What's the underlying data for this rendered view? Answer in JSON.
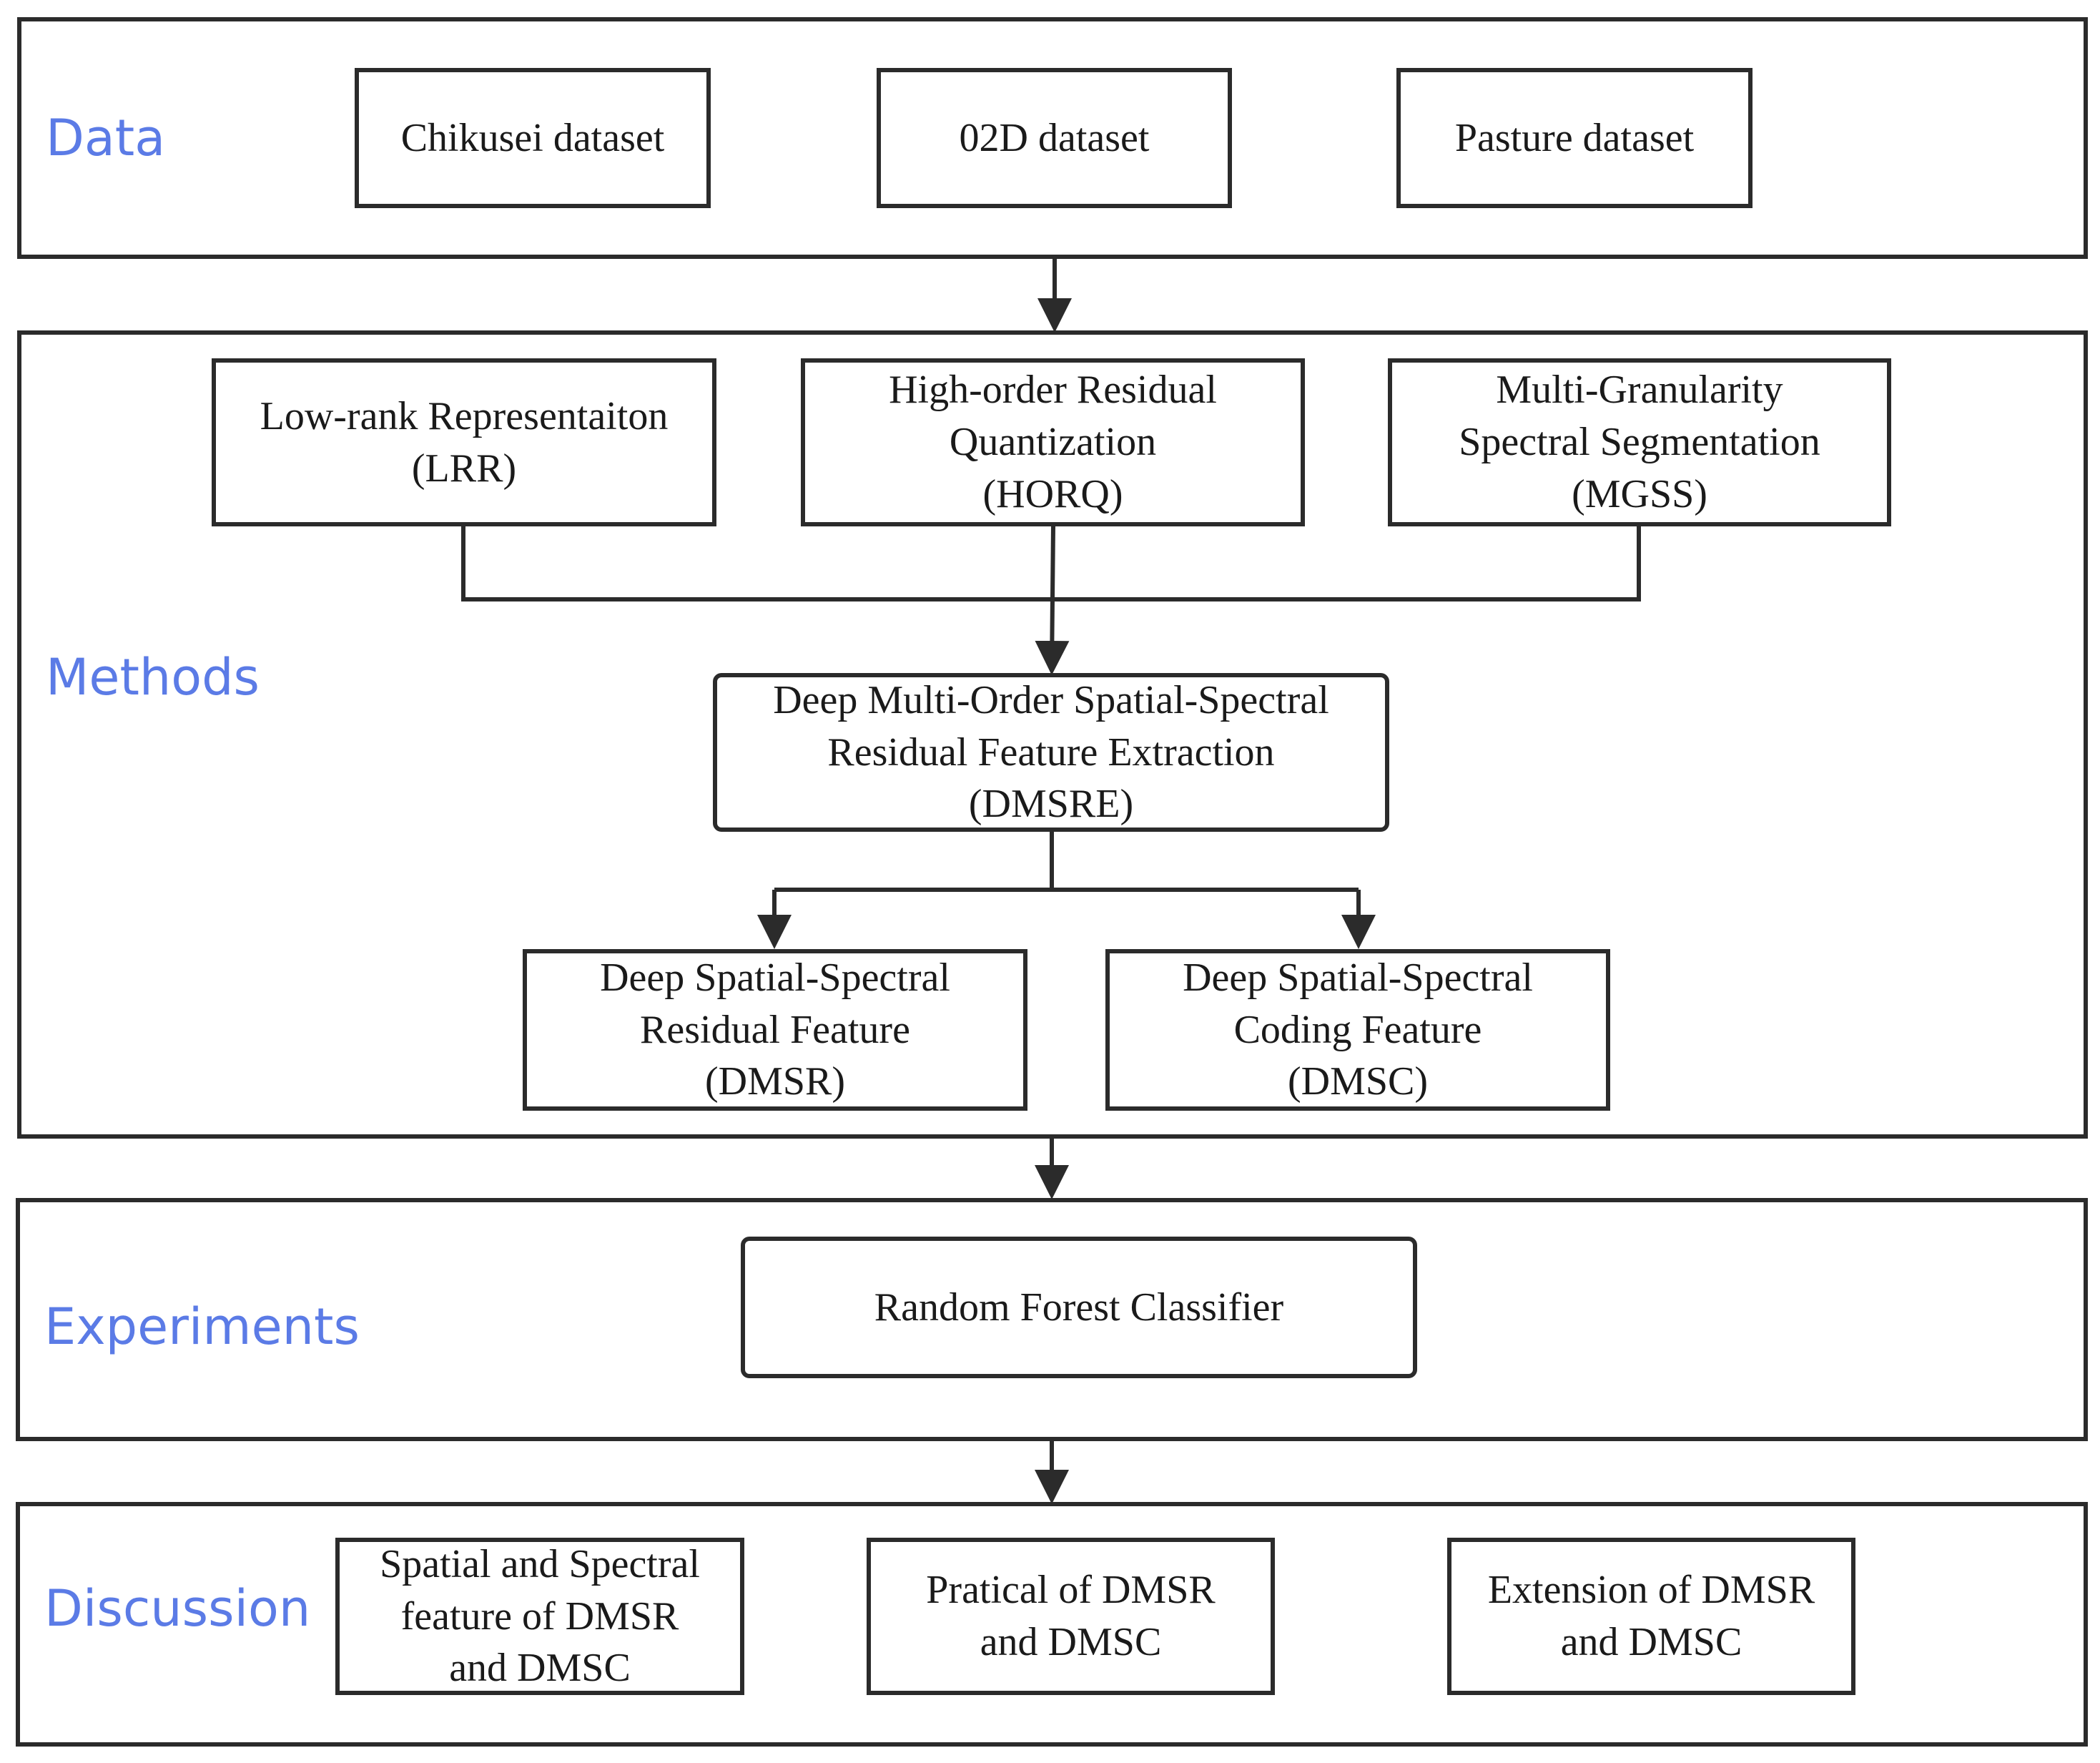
{
  "sections": {
    "data": {
      "label": "Data"
    },
    "methods": {
      "label": "Methods"
    },
    "experiments": {
      "label": "Experiments"
    },
    "discussion": {
      "label": "Discussion"
    }
  },
  "nodes": {
    "chikusei": {
      "lines": [
        "Chikusei dataset"
      ]
    },
    "o2d": {
      "lines": [
        "02D  dataset"
      ]
    },
    "pasture": {
      "lines": [
        "Pasture  dataset"
      ]
    },
    "lrr": {
      "lines": [
        "Low-rank Representaiton",
        "(LRR)"
      ]
    },
    "horq": {
      "lines": [
        "High-order Residual",
        "Quantization",
        "(HORQ)"
      ]
    },
    "mgss": {
      "lines": [
        "Multi-Granularity",
        "Spectral Segmentation",
        "(MGSS)"
      ]
    },
    "dmsre": {
      "lines": [
        "Deep Multi-Order Spatial-Spectral",
        "Residual Feature Extraction",
        "(DMSRE)"
      ]
    },
    "dmsr": {
      "lines": [
        "Deep Spatial-Spectral",
        "Residual Feature",
        "(DMSR)"
      ]
    },
    "dmsc": {
      "lines": [
        "Deep Spatial-Spectral",
        "Coding Feature",
        "(DMSC)"
      ]
    },
    "rf": {
      "lines": [
        "Random Forest Classifier"
      ]
    },
    "disc1": {
      "lines": [
        "Spatial and Spectral",
        "feature of DMSR",
        "and DMSC"
      ]
    },
    "disc2": {
      "lines": [
        "Pratical of DMSR",
        "and DMSC"
      ]
    },
    "disc3": {
      "lines": [
        "Extension of DMSR",
        "and DMSC"
      ]
    }
  },
  "colors": {
    "label": "#5b7be6",
    "stroke": "#2b2b2b"
  }
}
